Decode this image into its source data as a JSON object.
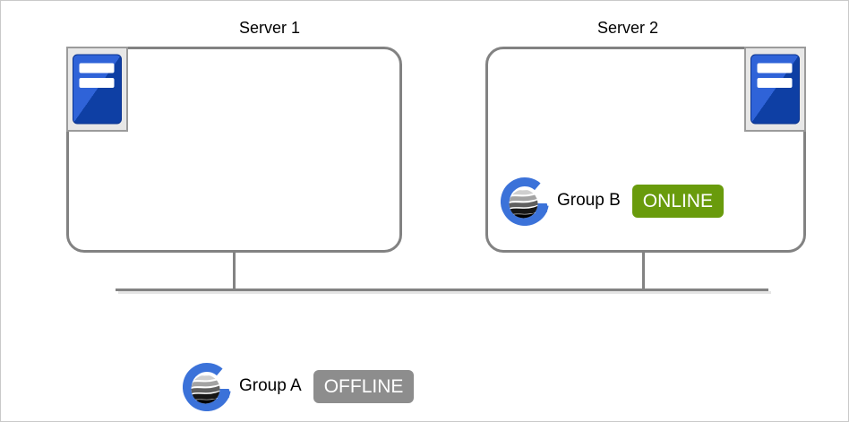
{
  "servers": [
    {
      "title": "Server 1",
      "icon": "server-icon"
    },
    {
      "title": "Server 2",
      "icon": "server-icon"
    }
  ],
  "groups": [
    {
      "name": "Group B",
      "status": "ONLINE",
      "status_color": "#699B0C",
      "icon": "group-logo-icon",
      "location": "inside Server 2 box"
    },
    {
      "name": "Group A",
      "status": "OFFLINE",
      "status_color": "#8D8D8D",
      "icon": "group-logo-icon",
      "location": "below network bus line"
    }
  ],
  "colors": {
    "online_green": "#699B0C",
    "offline_gray": "#8D8D8D",
    "box_and_line_gray": "#838383",
    "outer_border_gray": "#C9C9C9",
    "logo_blue": "#3B72D9",
    "server_icon_blue_light": "#2F63D8",
    "server_icon_blue_dark": "#0E3FA4",
    "server_icon_frame_bg": "#E7E7E7"
  },
  "icons": {
    "server": "server-tower-icon",
    "group": "group-globe-g-icon"
  }
}
